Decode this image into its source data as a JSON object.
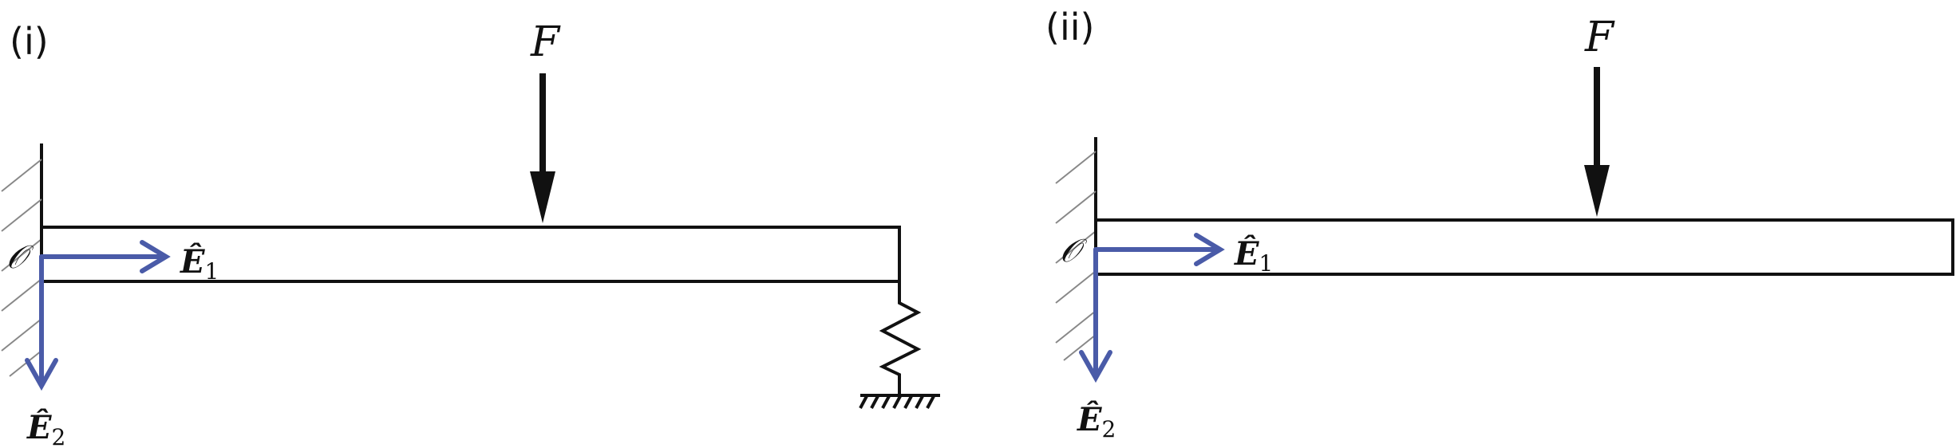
{
  "colors": {
    "ink": "#111111",
    "axis": "#4a5ba8",
    "hatch": "#888888"
  },
  "panels": [
    {
      "id": "i",
      "label": "(i)",
      "force_label": "F",
      "origin_label": "𝒪",
      "e1_label": "Ê",
      "e1_sub": "1",
      "e2_label": "Ê",
      "e2_sub": "2",
      "support": "spring"
    },
    {
      "id": "ii",
      "label": "(ii)",
      "force_label": "F",
      "origin_label": "𝒪",
      "e1_label": "Ê",
      "e1_sub": "1",
      "e2_label": "Ê",
      "e2_sub": "2",
      "support": "free"
    }
  ]
}
